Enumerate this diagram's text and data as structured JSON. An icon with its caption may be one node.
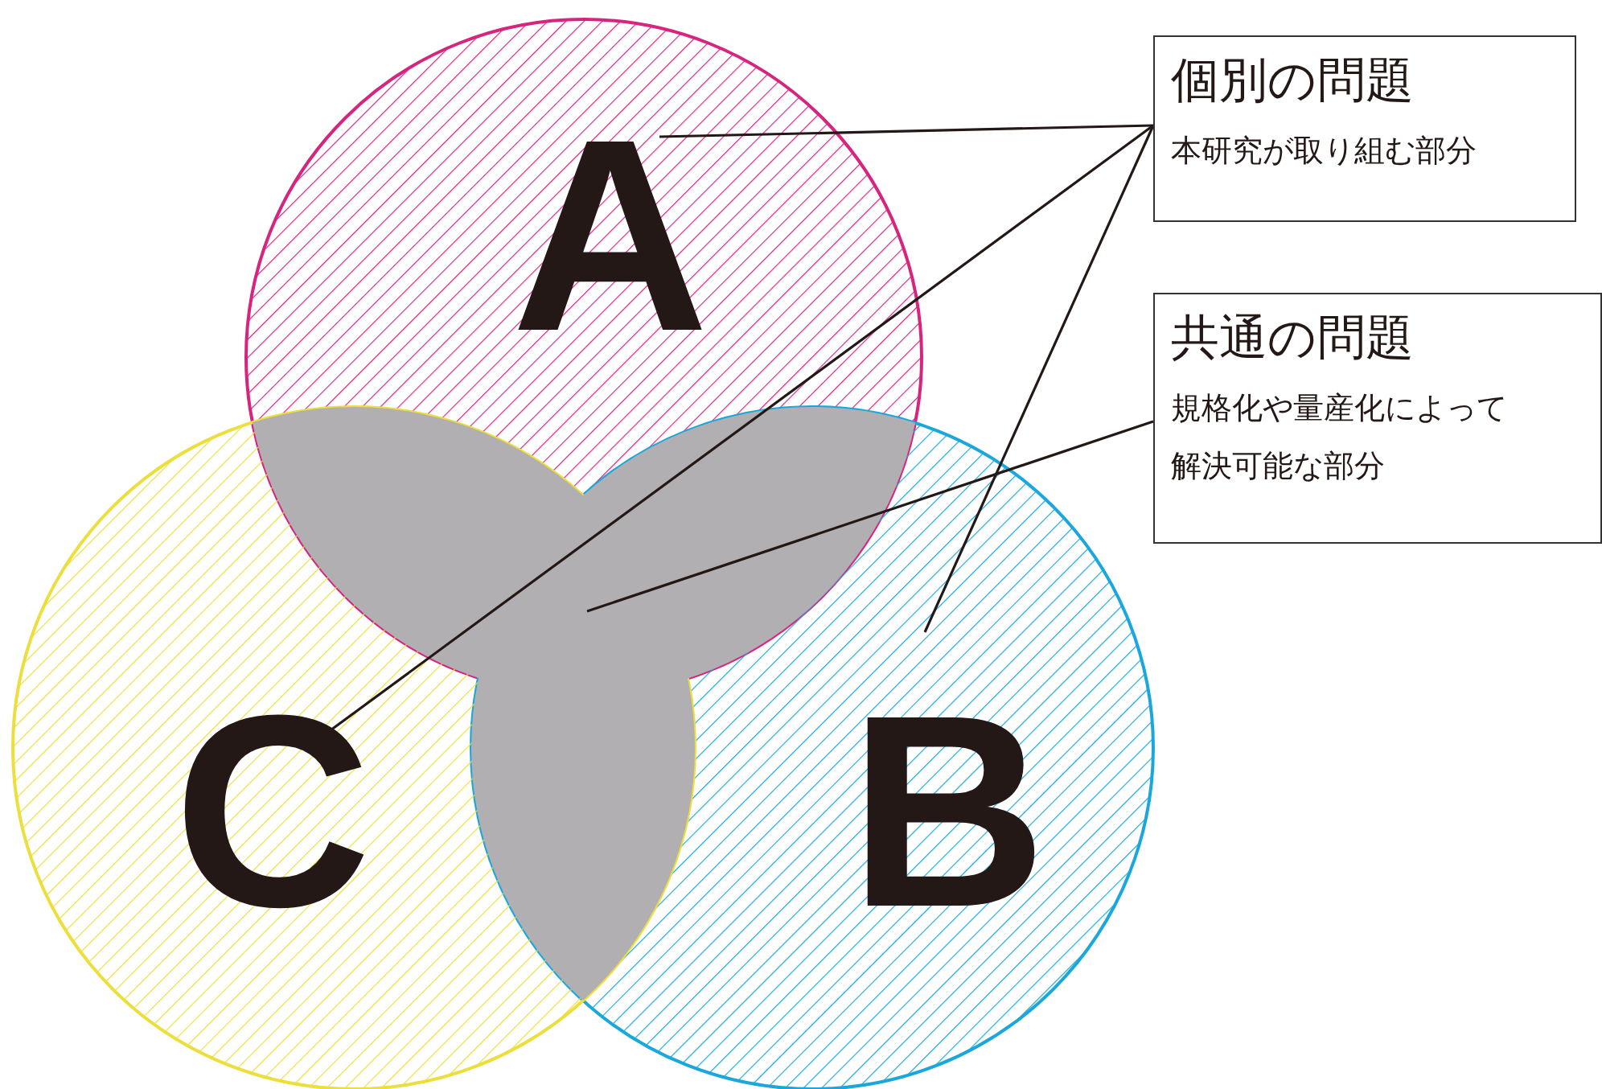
{
  "diagram": {
    "nodes": [
      {
        "text": [
          "個別の問題",
          "本研究が取り組む部分"
        ]
      },
      {
        "text": [
          "共通の問題",
          "規格化や量産化によって解決可能な部分"
        ]
      },
      {
        "text": [
          "A"
        ]
      },
      {
        "text": [
          "B"
        ]
      },
      {
        "text": [
          "C"
        ]
      },
      {
        "text": [],
        "shape": "region"
      }
    ],
    "edges": [
      {
        "from": 0,
        "to": 2,
        "arrow": "none"
      },
      {
        "from": 0,
        "to": 4,
        "arrow": "none"
      },
      {
        "from": 0,
        "to": 3,
        "arrow": "none"
      },
      {
        "from": 1,
        "to": 5,
        "arrow": "none"
      }
    ]
  }
}
